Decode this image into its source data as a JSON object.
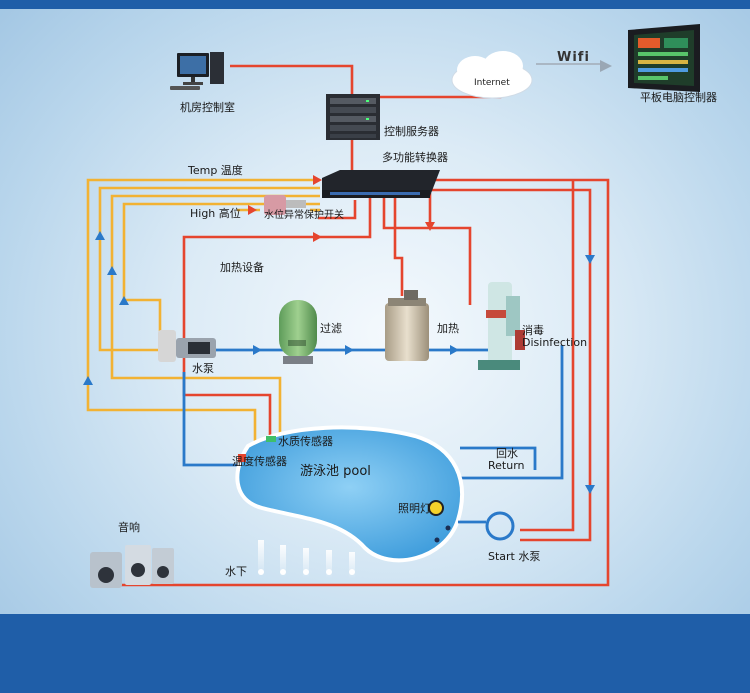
{
  "colors": {
    "red_line": "#e5452e",
    "yellow_line": "#f2b233",
    "blue_line": "#2a79c9",
    "pool_water": "#5eb2e8",
    "frame_blue": "#1f5ea8"
  },
  "labels": {
    "computer": "机房控制室",
    "server": "控制服务器",
    "internet": "Internet",
    "wifi": "Wifi",
    "tablet": "平板电脑控制器",
    "switch": "多功能转换器",
    "temp": "Temp 温度",
    "high": "High 高位",
    "valve": "水位异常保护开关",
    "heater": "加热设备",
    "pump": "水泵",
    "filter": "过滤",
    "heat": "加热",
    "disinfection_cn": "消毒",
    "disinfection": "Disinfection",
    "water_sensor": "水质传感器",
    "temp_sensor": "温度传感器",
    "pool": "游泳池 pool",
    "return_cn": "回水",
    "return": "Return",
    "light": "照明灯",
    "pump2": "Start 水泵",
    "audio": "音响",
    "underwater": "水下"
  }
}
